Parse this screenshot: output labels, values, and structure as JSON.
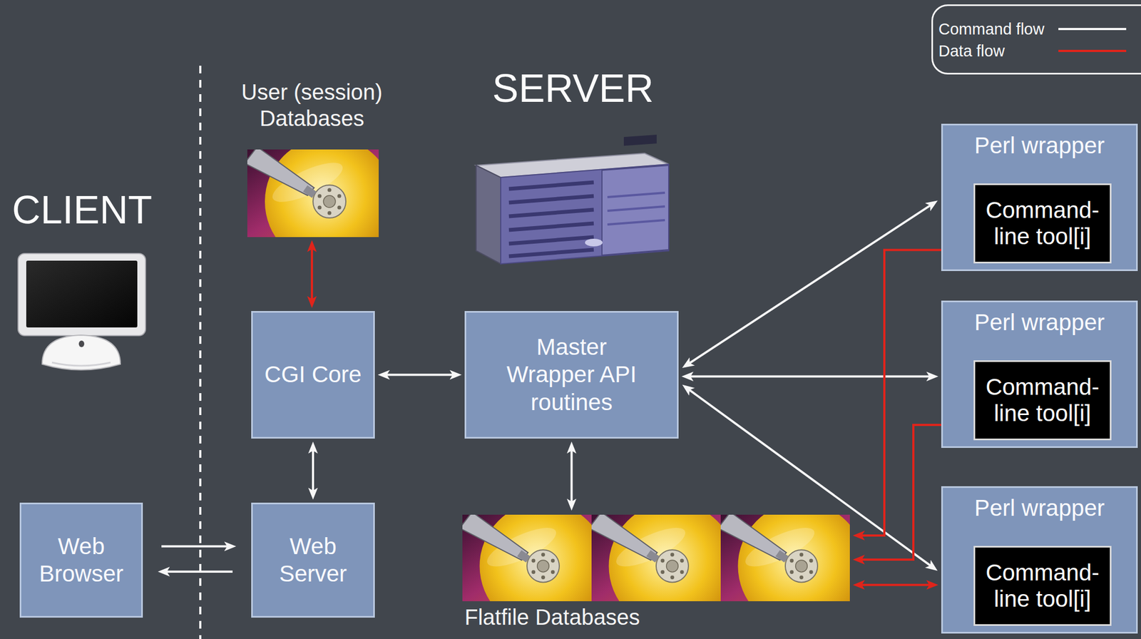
{
  "diagram": {
    "nodes": [
      {
        "text": [
          "User (session) Databases"
        ]
      },
      {
        "text": [
          "Perl wrapper"
        ]
      },
      {
        "text": [
          "Command-line tool[i]"
        ],
        "in": 1
      },
      {
        "text": [
          "CGI Core"
        ]
      },
      {
        "text": [
          "Master Wrapper API routines"
        ]
      },
      {
        "text": [
          "Perl wrapper"
        ]
      },
      {
        "text": [
          "Command-line tool[i]"
        ],
        "in": 5
      },
      {
        "text": [
          "Perl wrapper"
        ]
      },
      {
        "text": [
          "Command-line tool[i]"
        ],
        "in": 7
      },
      {
        "text": [
          "Web Browser"
        ]
      },
      {
        "text": [
          "Web Server"
        ]
      },
      {
        "text": [
          "Flatfile Databases"
        ]
      }
    ],
    "edges": [
      {
        "from": 0,
        "to": 3,
        "arrow": "both"
      },
      {
        "from": 3,
        "to": 4,
        "arrow": "both"
      },
      {
        "from": 3,
        "to": 10,
        "arrow": "both"
      },
      {
        "from": 4,
        "to": 11,
        "arrow": "both"
      },
      {
        "from": 4,
        "to": 1,
        "arrow": "both"
      },
      {
        "from": 4,
        "to": 5,
        "arrow": "both"
      },
      {
        "from": 4,
        "to": 7,
        "arrow": "both"
      },
      {
        "from": 9,
        "to": 10,
        "arrow": "to"
      },
      {
        "from": 10,
        "to": 9,
        "arrow": "to"
      },
      {
        "from": 1,
        "to": 11,
        "arrow": "to"
      },
      {
        "from": 5,
        "to": 11,
        "arrow": "to"
      },
      {
        "from": 7,
        "to": 11,
        "arrow": "both"
      }
    ],
    "labels": [
      "CLIENT",
      "SERVER"
    ],
    "legend": [
      {
        "text": "Command flow"
      },
      {
        "text": "Data flow"
      }
    ]
  }
}
